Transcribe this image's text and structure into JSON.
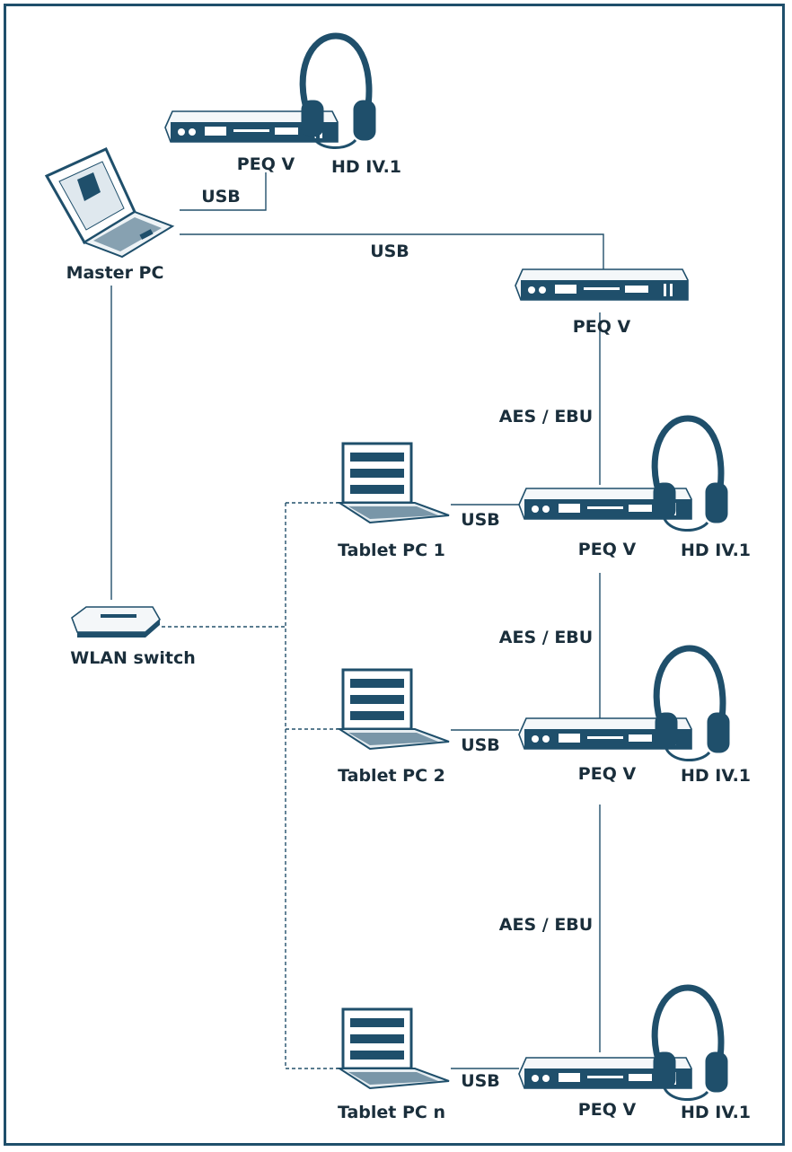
{
  "diagram": {
    "devices": {
      "peq_top": "PEQ V",
      "hd_top": "HD IV.1",
      "master_pc": "Master PC",
      "peq_1": "PEQ V",
      "peq_2": "PEQ V",
      "hd_2": "HD IV.1",
      "peq_3": "PEQ V",
      "hd_3": "HD IV.1",
      "peq_4": "PEQ V",
      "hd_4": "HD IV.1",
      "tablet_1": "Tablet PC 1",
      "tablet_2": "Tablet PC 2",
      "tablet_n": "Tablet PC n",
      "wlan_switch": "WLAN switch"
    },
    "connections": {
      "usb_master_top": "USB",
      "usb_master_peq1": "USB",
      "aes_1": "AES / EBU",
      "aes_2": "AES / EBU",
      "aes_3": "AES / EBU",
      "usb_tablet_1": "USB",
      "usb_tablet_2": "USB",
      "usb_tablet_n": "USB"
    },
    "colors": {
      "line": "#23506b",
      "device": "#1f4f6b",
      "text": "#1a2e3b"
    }
  }
}
